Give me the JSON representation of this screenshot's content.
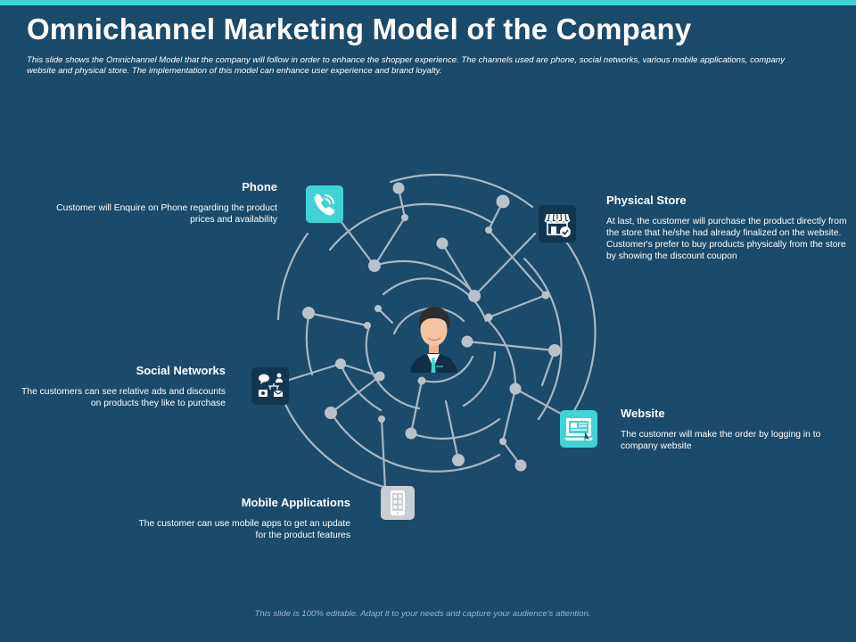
{
  "title": "Omnichannel Marketing Model of the Company",
  "subtitle": "This slide shows the Omnichannel Model that the company will follow in order to enhance the shopper experience. The channels used are phone, social networks, various mobile applications, company website and physical store. The implementation of this model can enhance user experience and brand loyalty.",
  "channels": {
    "phone": {
      "title": "Phone",
      "description": "Customer will Enquire on Phone regarding the product prices and availability",
      "icon": "phone-icon"
    },
    "physical_store": {
      "title": "Physical Store",
      "description": "At last, the customer will purchase the product directly from the store that he/she had already finalized on the website. Customer's prefer to buy products physically from the store by showing the discount coupon",
      "icon": "store-icon"
    },
    "social_networks": {
      "title": "Social Networks",
      "description": "The customers can see relative ads and discounts on products they like to purchase",
      "icon": "social-network-icon"
    },
    "website": {
      "title": "Website",
      "description": "The customer will make the order by logging in to company website",
      "icon": "website-icon"
    },
    "mobile_applications": {
      "title": "Mobile Applications",
      "description": "The customer can use mobile apps to get an update for the product features",
      "icon": "mobile-app-icon"
    }
  },
  "center_icon": "customer-avatar-icon",
  "footer": "This slide is 100% editable. Adapt it to your needs and capture your audience's attention.",
  "colors": {
    "background": "#1b4a6b",
    "accent": "#40d3d6",
    "dark_icon": "#123650",
    "network_line": "#a9b7c2",
    "node": "#b8c2ca"
  }
}
